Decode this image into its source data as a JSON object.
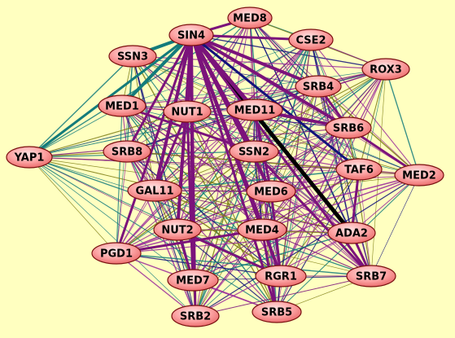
{
  "graph": {
    "background": "#ffffc0",
    "node_fill_light": "#ffd2d2",
    "node_fill_dark": "#f07070",
    "edge_colors": {
      "purple": "#7b137b",
      "violet": "#9a2a9a",
      "teal": "#137b7b",
      "navy": "#13137b",
      "black": "#000000",
      "olive": "#7b7b13"
    },
    "nodes": [
      {
        "id": "MED8",
        "label": "MED8"
      },
      {
        "id": "SIN4",
        "label": "SIN4"
      },
      {
        "id": "CSE2",
        "label": "CSE2"
      },
      {
        "id": "SSN3",
        "label": "SSN3"
      },
      {
        "id": "ROX3",
        "label": "ROX3"
      },
      {
        "id": "SRB4",
        "label": "SRB4"
      },
      {
        "id": "MED1",
        "label": "MED1"
      },
      {
        "id": "NUT1",
        "label": "NUT1"
      },
      {
        "id": "MED11",
        "label": "MED11"
      },
      {
        "id": "SRB6",
        "label": "SRB6"
      },
      {
        "id": "YAP1",
        "label": "YAP1"
      },
      {
        "id": "SRB8",
        "label": "SRB8"
      },
      {
        "id": "SSN2",
        "label": "SSN2"
      },
      {
        "id": "TAF6",
        "label": "TAF6"
      },
      {
        "id": "MED2",
        "label": "MED2"
      },
      {
        "id": "GAL11",
        "label": "GAL11"
      },
      {
        "id": "MED6",
        "label": "MED6"
      },
      {
        "id": "NUT2",
        "label": "NUT2"
      },
      {
        "id": "MED4",
        "label": "MED4"
      },
      {
        "id": "ADA2",
        "label": "ADA2"
      },
      {
        "id": "PGD1",
        "label": "PGD1"
      },
      {
        "id": "MED7",
        "label": "MED7"
      },
      {
        "id": "RGR1",
        "label": "RGR1"
      },
      {
        "id": "SRB7",
        "label": "SRB7"
      },
      {
        "id": "SRB2",
        "label": "SRB2"
      },
      {
        "id": "SRB5",
        "label": "SRB5"
      }
    ],
    "heavy_edges": [
      {
        "from": "SIN4",
        "to": "ADA2",
        "color": "black",
        "weight": 5
      },
      {
        "from": "SIN4",
        "to": "SSN3",
        "color": "teal",
        "weight": 4
      },
      {
        "from": "SIN4",
        "to": "MED1",
        "color": "teal",
        "weight": 4
      },
      {
        "from": "SIN4",
        "to": "YAP1",
        "color": "teal",
        "weight": 3
      },
      {
        "from": "SIN4",
        "to": "NUT1",
        "color": "purple",
        "weight": 5
      },
      {
        "from": "SIN4",
        "to": "MED11",
        "color": "purple",
        "weight": 5
      },
      {
        "from": "SIN4",
        "to": "SSN2",
        "color": "purple",
        "weight": 4
      },
      {
        "from": "SIN4",
        "to": "GAL11",
        "color": "purple",
        "weight": 4
      },
      {
        "from": "SIN4",
        "to": "NUT2",
        "color": "purple",
        "weight": 4
      },
      {
        "from": "SIN4",
        "to": "MED6",
        "color": "purple",
        "weight": 4
      },
      {
        "from": "SIN4",
        "to": "MED4",
        "color": "purple",
        "weight": 4
      },
      {
        "from": "SIN4",
        "to": "RGR1",
        "color": "purple",
        "weight": 4
      },
      {
        "from": "SIN4",
        "to": "MED8",
        "color": "purple",
        "weight": 3
      },
      {
        "from": "SIN4",
        "to": "CSE2",
        "color": "purple",
        "weight": 3
      },
      {
        "from": "SIN4",
        "to": "SRB4",
        "color": "purple",
        "weight": 4
      },
      {
        "from": "SIN4",
        "to": "SRB6",
        "color": "purple",
        "weight": 4
      },
      {
        "from": "SIN4",
        "to": "TAF6",
        "color": "navy",
        "weight": 3
      },
      {
        "from": "SIN4",
        "to": "SRB8",
        "color": "purple",
        "weight": 3
      },
      {
        "from": "SIN4",
        "to": "MED7",
        "color": "purple",
        "weight": 4
      },
      {
        "from": "SIN4",
        "to": "SRB5",
        "color": "purple",
        "weight": 3
      },
      {
        "from": "SIN4",
        "to": "SRB2",
        "color": "purple",
        "weight": 3
      },
      {
        "from": "SIN4",
        "to": "PGD1",
        "color": "purple",
        "weight": 3
      },
      {
        "from": "SIN4",
        "to": "SRB7",
        "color": "purple",
        "weight": 3
      },
      {
        "from": "MED11",
        "to": "SRB6",
        "color": "purple",
        "weight": 4
      },
      {
        "from": "MED11",
        "to": "MED6",
        "color": "purple",
        "weight": 3
      },
      {
        "from": "NUT1",
        "to": "MED7",
        "color": "purple",
        "weight": 3
      },
      {
        "from": "NUT1",
        "to": "GAL11",
        "color": "purple",
        "weight": 3
      },
      {
        "from": "SSN2",
        "to": "SRB7",
        "color": "purple",
        "weight": 3
      },
      {
        "from": "MED1",
        "to": "SSN2",
        "color": "purple",
        "weight": 3
      },
      {
        "from": "SRB6",
        "to": "MED2",
        "color": "purple",
        "weight": 3
      },
      {
        "from": "SRB4",
        "to": "SRB6",
        "color": "purple",
        "weight": 3
      },
      {
        "from": "MED4",
        "to": "SRB5",
        "color": "purple",
        "weight": 3
      },
      {
        "from": "PGD1",
        "to": "MED4",
        "color": "purple",
        "weight": 3
      },
      {
        "from": "NUT2",
        "to": "MED7",
        "color": "purple",
        "weight": 3
      },
      {
        "from": "MED6",
        "to": "RGR1",
        "color": "purple",
        "weight": 3
      },
      {
        "from": "ADA2",
        "to": "SRB7",
        "color": "purple",
        "weight": 3
      },
      {
        "from": "TAF6",
        "to": "ADA2",
        "color": "purple",
        "weight": 3
      },
      {
        "from": "NUT2",
        "to": "RGR1",
        "color": "purple",
        "weight": 3
      }
    ]
  }
}
